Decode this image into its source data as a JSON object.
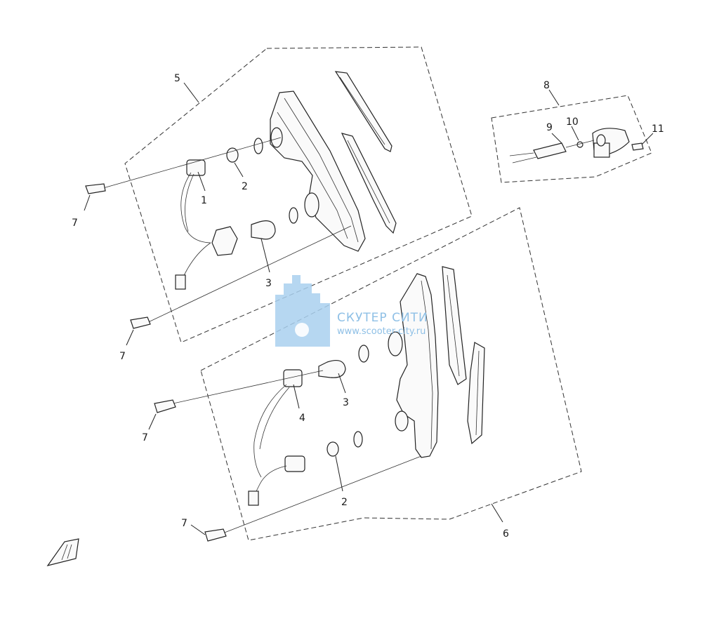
{
  "diagram": {
    "callouts": [
      "1",
      "2",
      "3",
      "4",
      "5",
      "6",
      "7",
      "8",
      "9",
      "10",
      "11"
    ],
    "watermark": {
      "title": "СКУТЕР СИТИ",
      "url": "www.scooter-city.ru",
      "color": "#8fc0e6"
    }
  }
}
